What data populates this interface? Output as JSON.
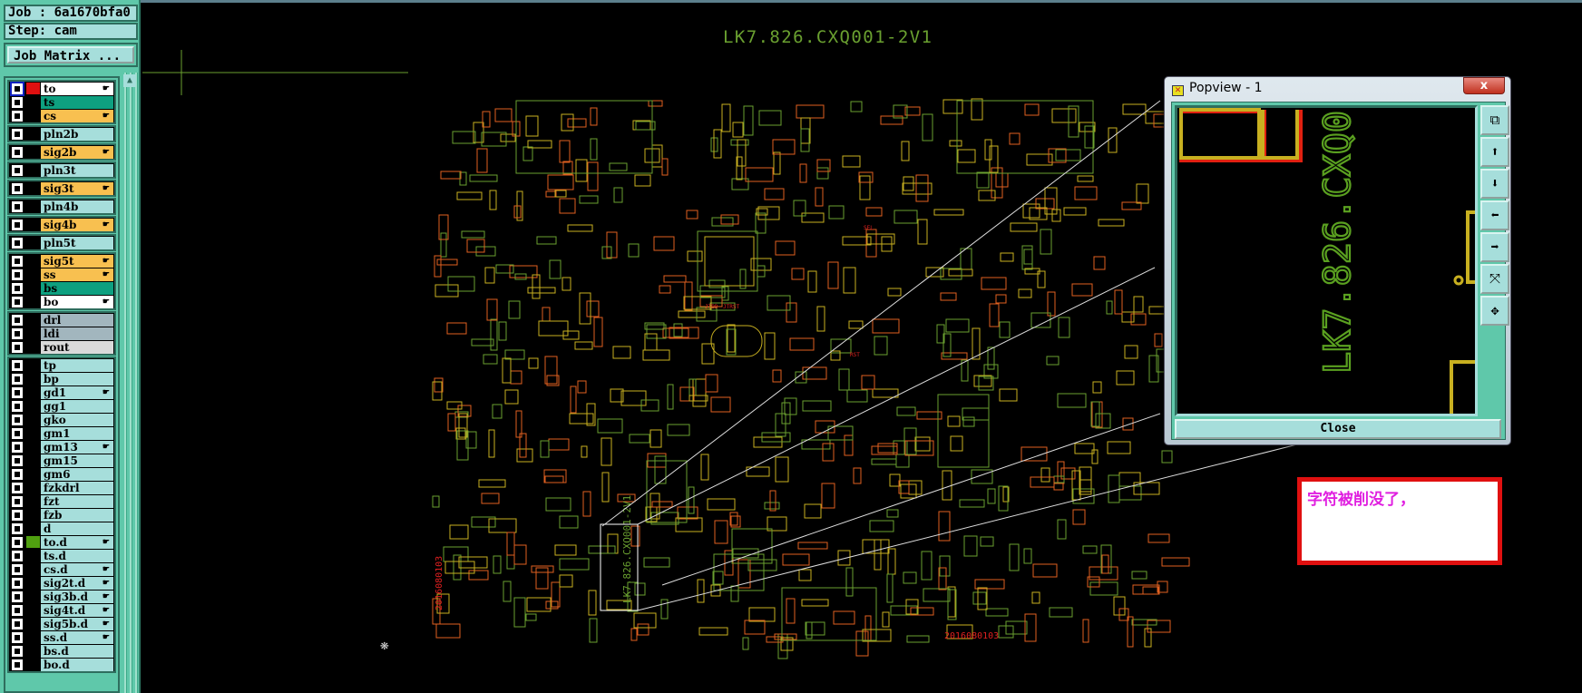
{
  "job_label": "Job : 6a1670bfa0",
  "step_label": "Step: cam",
  "job_matrix_button": "Job Matrix ...",
  "layer_groups": [
    [
      {
        "name": "to",
        "color": "#ffffff",
        "hand": true,
        "swatch": "#e01010",
        "selected": true
      },
      {
        "name": "ts",
        "color": "#0ea080"
      },
      {
        "name": "cs",
        "color": "#f8c050",
        "hand": true
      }
    ],
    [
      {
        "name": "pln2b",
        "color": "#a6dedb"
      }
    ],
    [
      {
        "name": "sig2b",
        "color": "#f8c050",
        "hand": true
      }
    ],
    [
      {
        "name": "pln3t",
        "color": "#a6dedb"
      }
    ],
    [
      {
        "name": "sig3t",
        "color": "#f8c050",
        "hand": true
      }
    ],
    [
      {
        "name": "pln4b",
        "color": "#a6dedb"
      }
    ],
    [
      {
        "name": "sig4b",
        "color": "#f8c050",
        "hand": true
      }
    ],
    [
      {
        "name": "pln5t",
        "color": "#a6dedb"
      }
    ],
    [
      {
        "name": "sig5t",
        "color": "#f8c050",
        "hand": true
      },
      {
        "name": "ss",
        "color": "#f8c050",
        "hand": true
      },
      {
        "name": "bs",
        "color": "#0ea080"
      },
      {
        "name": "bo",
        "color": "#ffffff",
        "hand": true
      }
    ],
    [
      {
        "name": "drl",
        "color": "#a2b6be"
      },
      {
        "name": "ldi",
        "color": "#a2b6be"
      },
      {
        "name": "rout",
        "color": "#dadada"
      }
    ],
    [
      {
        "name": "tp",
        "color": "#a6dedb"
      },
      {
        "name": "bp",
        "color": "#a6dedb"
      },
      {
        "name": "gd1",
        "color": "#a6dedb",
        "hand": true
      },
      {
        "name": "gg1",
        "color": "#a6dedb"
      },
      {
        "name": "gko",
        "color": "#a6dedb"
      },
      {
        "name": "gm1",
        "color": "#a6dedb"
      },
      {
        "name": "gm13",
        "color": "#a6dedb",
        "hand": true
      },
      {
        "name": "gm15",
        "color": "#a6dedb"
      },
      {
        "name": "gm6",
        "color": "#a6dedb"
      },
      {
        "name": "fzkdrl",
        "color": "#a6dedb"
      },
      {
        "name": "fzt",
        "color": "#a6dedb"
      },
      {
        "name": "fzb",
        "color": "#a6dedb"
      },
      {
        "name": "d",
        "color": "#a6dedb"
      },
      {
        "name": "to.d",
        "color": "#a6dedb",
        "hand": true,
        "swatch": "#50a010"
      },
      {
        "name": "ts.d",
        "color": "#a6dedb"
      },
      {
        "name": "cs.d",
        "color": "#a6dedb",
        "hand": true
      },
      {
        "name": "sig2t.d",
        "color": "#a6dedb",
        "hand": true
      },
      {
        "name": "sig3b.d",
        "color": "#a6dedb",
        "hand": true
      },
      {
        "name": "sig4t.d",
        "color": "#a6dedb",
        "hand": true
      },
      {
        "name": "sig5b.d",
        "color": "#a6dedb",
        "hand": true
      },
      {
        "name": "ss.d",
        "color": "#a6dedb",
        "hand": true
      },
      {
        "name": "bs.d",
        "color": "#a6dedb"
      },
      {
        "name": "bo.d",
        "color": "#a6dedb"
      }
    ]
  ],
  "board": {
    "title": "LK7.826.CXQ001-2V1",
    "date_code": "2016080103",
    "silk_labels": [
      "JTBD",
      "JTRST",
      "RST",
      "SEL"
    ]
  },
  "popview": {
    "title": "Popview - 1",
    "close_x": "x",
    "zoom_text": "LK7.826.CXQ0",
    "close_button": "Close",
    "tools": [
      {
        "icon": "zoom-back-icon",
        "glyph": "⧉"
      },
      {
        "icon": "pan-up-icon",
        "glyph": "⬆"
      },
      {
        "icon": "pan-down-icon",
        "glyph": "⬇"
      },
      {
        "icon": "pan-left-icon",
        "glyph": "⬅"
      },
      {
        "icon": "pan-right-icon",
        "glyph": "➡"
      },
      {
        "icon": "zoom-in-icon",
        "glyph": "⤧"
      },
      {
        "icon": "zoom-out-icon",
        "glyph": "✥"
      }
    ]
  },
  "note": "字符被削没了，",
  "colors": {
    "trace_green": "#6aa030",
    "trace_orange": "#e06020",
    "trace_yellow": "#c8b020",
    "note_border": "#e01010",
    "note_text": "#e020e0"
  }
}
